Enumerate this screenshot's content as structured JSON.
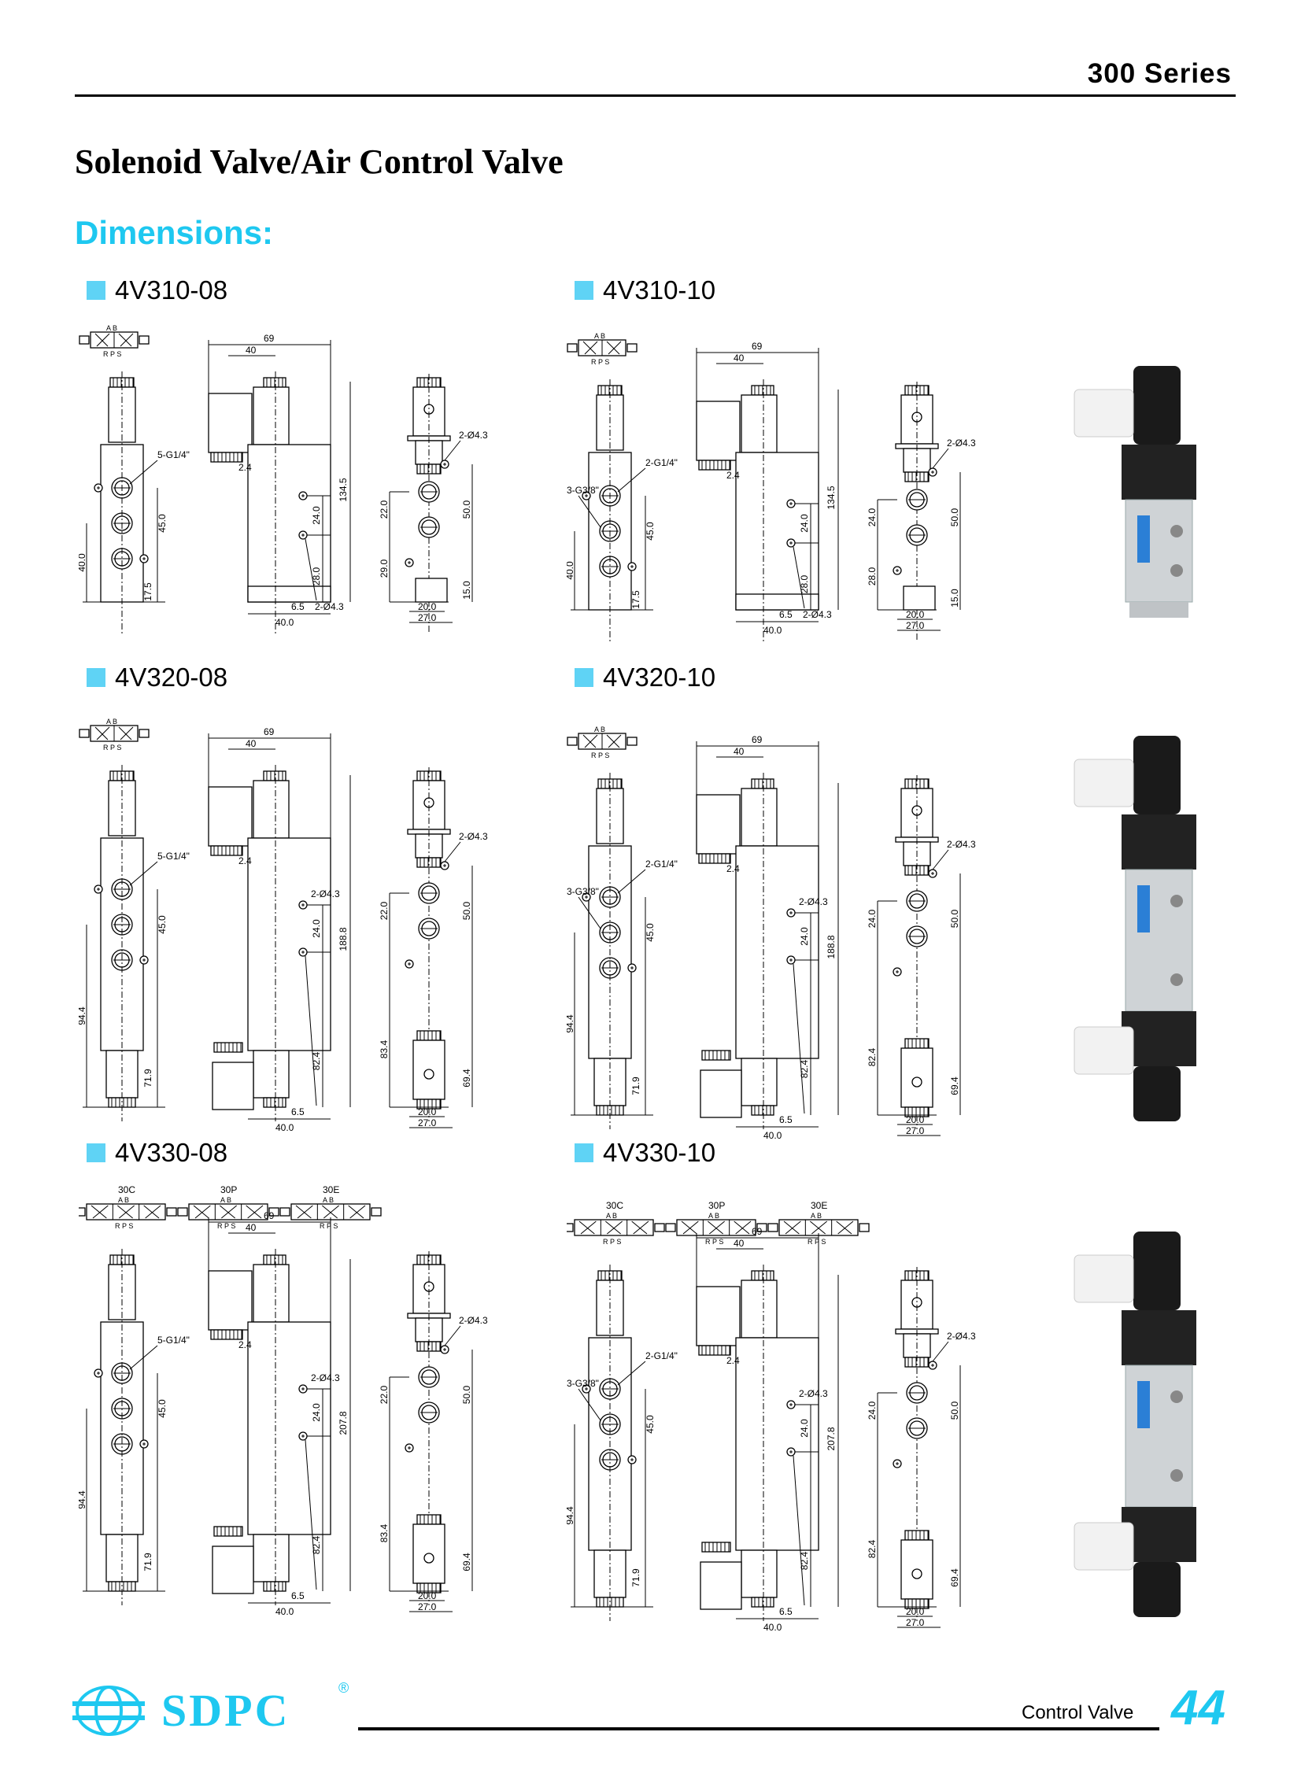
{
  "header": {
    "series": "300 Series",
    "title": "Solenoid Valve/Air Control Valve",
    "section_heading": "Dimensions:"
  },
  "colors": {
    "accent": "#1ec8f0",
    "square": "#5fd3f5"
  },
  "sections": [
    {
      "title": "4V310-08",
      "type": "single",
      "symbols": [
        {
          "name": "",
          "top": "A B",
          "bottom": "R P S"
        }
      ],
      "dims": {
        "front_port_label": "5-G1/4\"",
        "front_left": "40.0",
        "front_mid": "45.0",
        "front_bottom": "17.5",
        "side_width": "69",
        "side_inner": "40",
        "side_offset": "2.4",
        "side_height": "134.5",
        "side_hole_spacing": "24.0",
        "side_hole_bottom": "28.0",
        "side_edge": "6.5",
        "side_hole_label": "2-Ø4.3",
        "side_base": "40.0",
        "end_hole_label": "2-Ø4.3",
        "end_upper": "22.0",
        "end_lower": "29.0",
        "end_span": "50.0",
        "end_bottom": "15.0",
        "end_inner": "20.0",
        "end_outer": "27.0"
      }
    },
    {
      "title": "4V310-10",
      "type": "single",
      "symbols": [
        {
          "name": "",
          "top": "A B",
          "bottom": "R P S"
        }
      ],
      "dims": {
        "front_port_label": "2-G1/4\"",
        "front_port_label2": "3-G3/8\"",
        "front_left": "40.0",
        "front_mid": "45.0",
        "front_bottom": "17.5",
        "side_width": "69",
        "side_inner": "40",
        "side_offset": "2.4",
        "side_height": "134.5",
        "side_hole_spacing": "24.0",
        "side_hole_bottom": "28.0",
        "side_edge": "6.5",
        "side_hole_label": "2-Ø4.3",
        "side_base": "40.0",
        "end_hole_label": "2-Ø4.3",
        "end_upper": "24.0",
        "end_lower": "28.0",
        "end_span": "50.0",
        "end_bottom": "15.0",
        "end_inner": "20.0",
        "end_outer": "27.0"
      }
    },
    {
      "title": "4V320-08",
      "type": "double",
      "symbols": [
        {
          "name": "",
          "top": "A B",
          "bottom": "R P S"
        }
      ],
      "dims": {
        "front_port_label": "5-G1/4\"",
        "front_left": "94.4",
        "front_mid": "45.0",
        "front_bottom": "71.9",
        "side_width": "69",
        "side_inner": "40",
        "side_offset": "2.4",
        "side_height": "188.8",
        "side_hole_spacing": "24.0",
        "side_hole_bottom": "82.4",
        "side_edge": "6.5",
        "side_hole_label": "2-Ø4.3",
        "side_base": "40.0",
        "end_hole_label": "2-Ø4.3",
        "end_upper": "22.0",
        "end_lower": "83.4",
        "end_span": "50.0",
        "end_bottom": "69.4",
        "end_inner": "20.0",
        "end_outer": "27.0"
      }
    },
    {
      "title": "4V320-10",
      "type": "double",
      "symbols": [
        {
          "name": "",
          "top": "A B",
          "bottom": "R P S"
        }
      ],
      "dims": {
        "front_port_label": "2-G1/4\"",
        "front_port_label2": "3-G3/8\"",
        "front_left": "94.4",
        "front_mid": "45.0",
        "front_bottom": "71.9",
        "side_width": "69",
        "side_inner": "40",
        "side_offset": "2.4",
        "side_height": "188.8",
        "side_hole_spacing": "24.0",
        "side_hole_bottom": "82.4",
        "side_edge": "6.5",
        "side_hole_label": "2-Ø4.3",
        "side_base": "40.0",
        "end_hole_label": "2-Ø4.3",
        "end_upper": "24.0",
        "end_lower": "82.4",
        "end_span": "50.0",
        "end_bottom": "69.4",
        "end_inner": "20.0",
        "end_outer": "27.0"
      }
    },
    {
      "title": "4V330-08",
      "type": "double",
      "symbols": [
        {
          "name": "30C",
          "top": "A B",
          "bottom": "R P S"
        },
        {
          "name": "30P",
          "top": "A B",
          "bottom": "R P S"
        },
        {
          "name": "30E",
          "top": "A B",
          "bottom": "R P S"
        }
      ],
      "dims": {
        "front_port_label": "5-G1/4\"",
        "front_left": "94.4",
        "front_mid": "45.0",
        "front_bottom": "71.9",
        "side_width": "69",
        "side_inner": "40",
        "side_offset": "2.4",
        "side_height": "207.8",
        "side_hole_spacing": "24.0",
        "side_hole_bottom": "82.4",
        "side_edge": "6.5",
        "side_hole_label": "2-Ø4.3",
        "side_base": "40.0",
        "end_hole_label": "2-Ø4.3",
        "end_upper": "22.0",
        "end_lower": "83.4",
        "end_span": "50.0",
        "end_bottom": "69.4",
        "end_inner": "20.0",
        "end_outer": "27.0"
      }
    },
    {
      "title": "4V330-10",
      "type": "double",
      "symbols": [
        {
          "name": "30C",
          "top": "A B",
          "bottom": "R P S"
        },
        {
          "name": "30P",
          "top": "A B",
          "bottom": "R P S"
        },
        {
          "name": "30E",
          "top": "A B",
          "bottom": "R P S"
        }
      ],
      "dims": {
        "front_port_label": "2-G1/4\"",
        "front_port_label2": "3-G3/8\"",
        "front_left": "94.4",
        "front_mid": "45.0",
        "front_bottom": "71.9",
        "side_width": "69",
        "side_inner": "40",
        "side_offset": "2.4",
        "side_height": "207.8",
        "side_hole_spacing": "24.0",
        "side_hole_bottom": "82.4",
        "side_edge": "6.5",
        "side_hole_label": "2-Ø4.3",
        "side_base": "40.0",
        "end_hole_label": "2-Ø4.3",
        "end_upper": "24.0",
        "end_lower": "82.4",
        "end_span": "50.0",
        "end_bottom": "69.4",
        "end_inner": "20.0",
        "end_outer": "27.0"
      }
    }
  ],
  "photos": [
    {
      "type": "single"
    },
    {
      "type": "double"
    },
    {
      "type": "double"
    }
  ],
  "footer": {
    "logo_text": "SDPC",
    "registered": "®",
    "category": "Control Valve",
    "page_number": "44"
  }
}
